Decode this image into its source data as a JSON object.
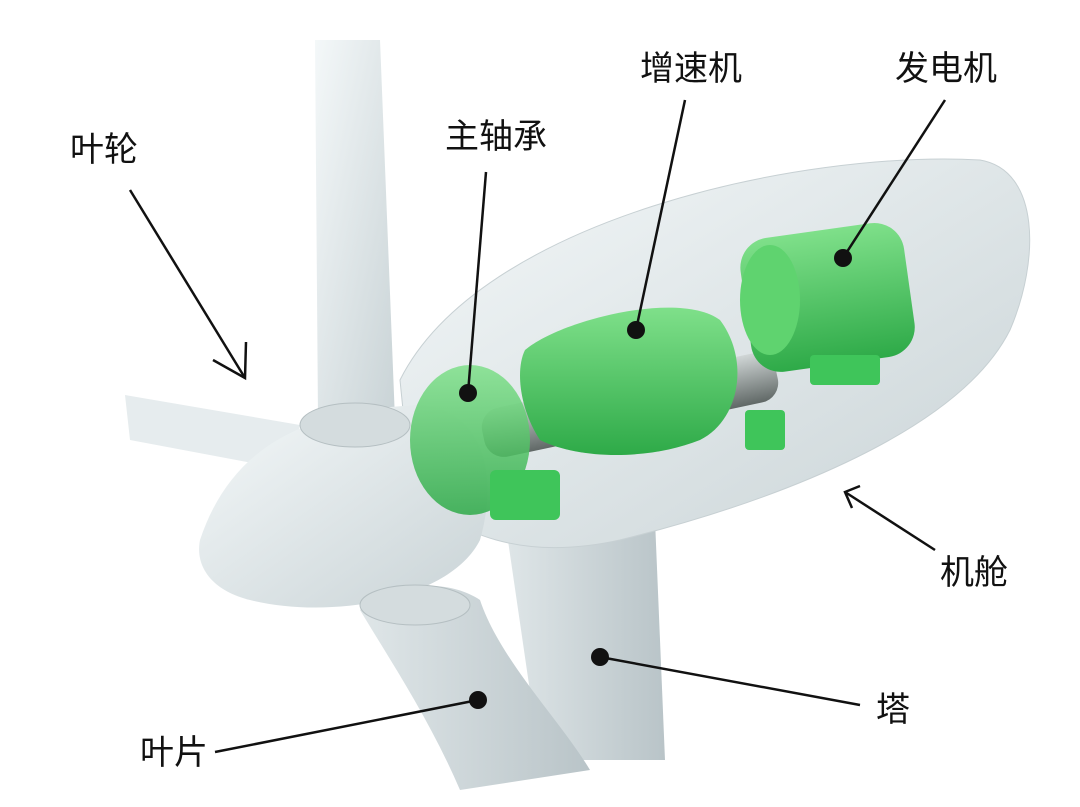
{
  "labels": {
    "rotor": "叶轮",
    "main_bearing": "主轴承",
    "gearbox": "增速机",
    "generator": "发电机",
    "nacelle": "机舱",
    "tower": "塔",
    "blade": "叶片"
  },
  "colors": {
    "component_green": "#3fc55a",
    "body_white": "#e8eef0",
    "line": "#111111"
  }
}
